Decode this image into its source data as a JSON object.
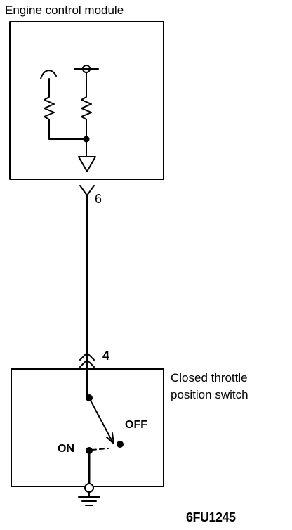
{
  "ecm": {
    "title": "Engine control module"
  },
  "connector_top": {
    "pin": "6"
  },
  "connector_bottom": {
    "pin": "4"
  },
  "switch": {
    "title": "Closed throttle\nposition switch",
    "off_label": "OFF",
    "on_label": "ON"
  },
  "figure": {
    "code": "6FU1245"
  }
}
